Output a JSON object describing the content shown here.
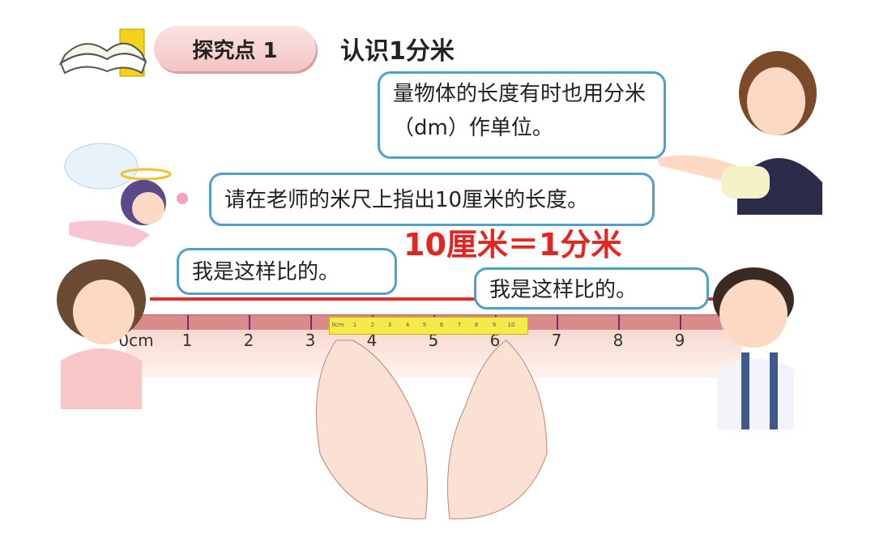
{
  "header": {
    "section_label": "探究点 1",
    "title": "认识1分米"
  },
  "bubbles": {
    "teacher": "量物体的长度有时也用分米（dm）作单位。",
    "teacher_line1": "量物体的长度有时也用分米",
    "teacher_line2": "（dm）作单位。",
    "angel": "请在老师的米尺上指出10厘米的长度。",
    "girl": "我是这样比的。",
    "boy": "我是这样比的。"
  },
  "equation": "10厘米＝1分米",
  "meter_ruler": {
    "labels": [
      "0cm",
      "1",
      "2",
      "3",
      "4",
      "5",
      "6",
      "7",
      "8",
      "9"
    ]
  },
  "small_ruler": {
    "labels": [
      "0cm",
      "1",
      "2",
      "3",
      "4",
      "5",
      "6",
      "7",
      "8",
      "9",
      "10"
    ]
  },
  "colors": {
    "bubble_border": "#4f9fcf",
    "equation": "#e3261f",
    "ruler": "#d98a8a",
    "small_ruler": "#f6ea4a"
  }
}
